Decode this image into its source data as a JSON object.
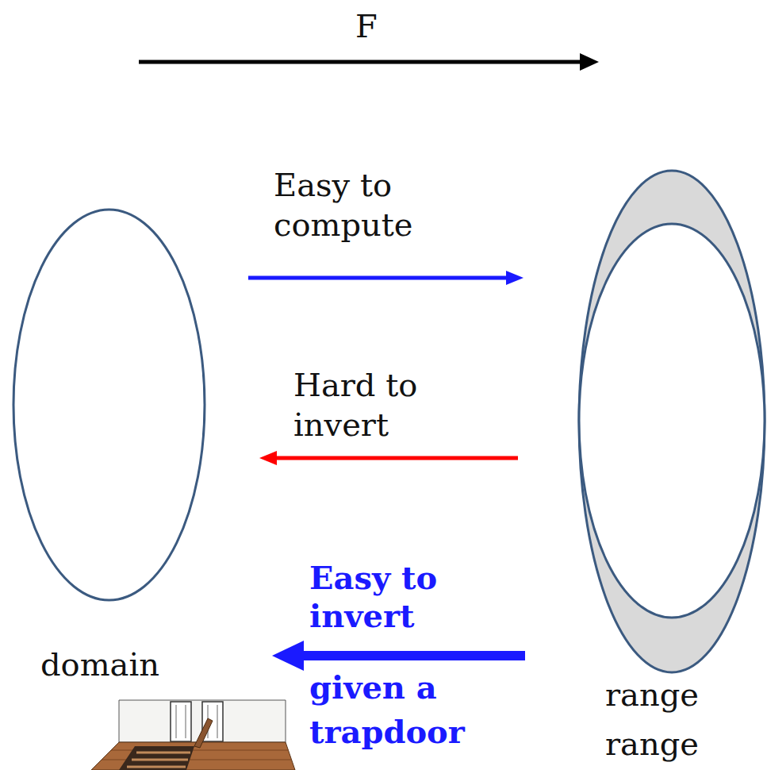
{
  "diagram": {
    "nodes": [
      {
        "text": [
          "domain"
        ]
      },
      {
        "text": [
          "range"
        ]
      },
      {
        "text": [
          "range"
        ],
        "in": 1
      }
    ],
    "edges": [
      {
        "from": 0,
        "to": 1,
        "arrow": "to",
        "label": "Easy to compute"
      },
      {
        "from": 1,
        "to": 0,
        "arrow": "to",
        "label": "Hard to invert"
      },
      {
        "from": 1,
        "to": 0,
        "arrow": "to",
        "label": "Easy to invert"
      }
    ],
    "labels": [
      "F",
      "given a trapdoor"
    ]
  }
}
